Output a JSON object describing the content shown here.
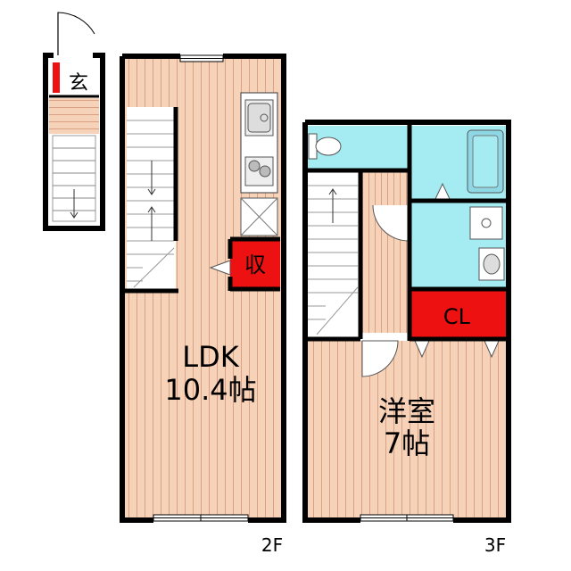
{
  "colors": {
    "floor": "#f6d2b8",
    "floor_line": "#d69a7e",
    "wet": "#a5ecf2",
    "storage": "#ee1111",
    "wall": "#000000",
    "background": "#ffffff"
  },
  "entrance": {
    "label": "玄"
  },
  "floor2": {
    "room_name": "LDK",
    "room_size": "10.4帖",
    "storage_label": "収",
    "floor_label": "2F"
  },
  "floor3": {
    "room_name": "洋室",
    "room_size": "7帖",
    "closet_label": "CL",
    "floor_label": "3F"
  }
}
